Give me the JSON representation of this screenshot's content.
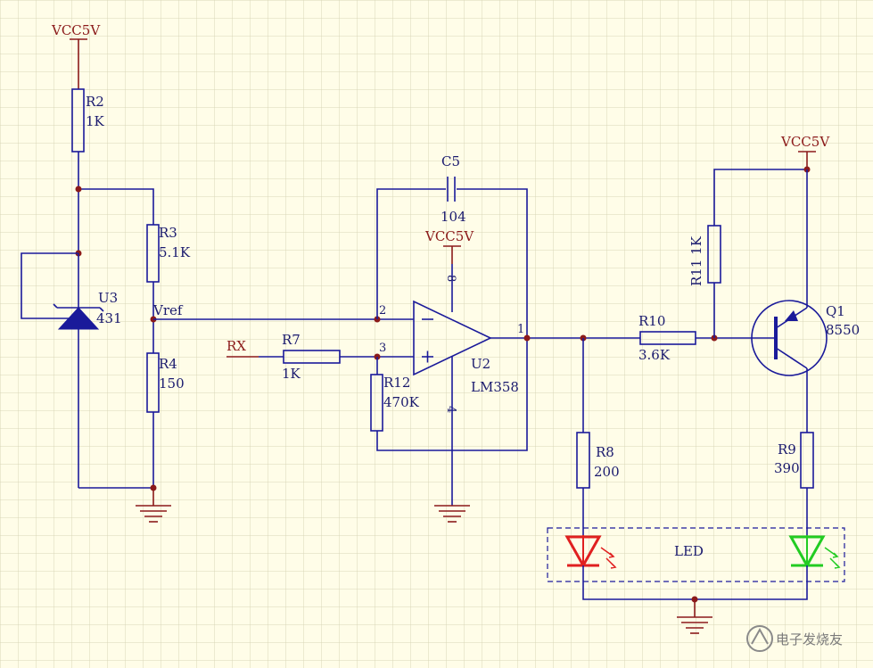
{
  "components": {
    "vcc_left": "VCC5V",
    "vcc_op": "VCC5V",
    "vcc_right": "VCC5V",
    "r2": {
      "ref": "R2",
      "val": "1K"
    },
    "r3": {
      "ref": "R3",
      "val": "5.1K"
    },
    "r4": {
      "ref": "R4",
      "val": "150"
    },
    "u3": {
      "ref": "U3",
      "val": "431"
    },
    "vref": "Vref",
    "rx": "RX",
    "r7": {
      "ref": "R7",
      "val": "1K"
    },
    "r12": {
      "ref": "R12",
      "val": "470K"
    },
    "c5": {
      "ref": "C5",
      "val": "104"
    },
    "u2": {
      "ref": "U2",
      "val": "LM358"
    },
    "op_pins": {
      "p8": "8",
      "p2": "2",
      "p3": "3",
      "p4": "4",
      "p1": "1"
    },
    "r10": {
      "ref": "R10",
      "val": "3.6K"
    },
    "r11": "R11 1K",
    "q1": {
      "ref": "Q1",
      "val": "8550"
    },
    "r8": {
      "ref": "R8",
      "val": "200"
    },
    "r9": {
      "ref": "R9",
      "val": "390"
    },
    "led": "LED"
  },
  "watermark": "电子发烧友",
  "colors": {
    "background": "#fffde8",
    "grid": "#d9d6b8",
    "wire": "#1a1a9a",
    "power": "#8b1a1a",
    "led_red": "#e02020",
    "led_green": "#22cc22"
  }
}
